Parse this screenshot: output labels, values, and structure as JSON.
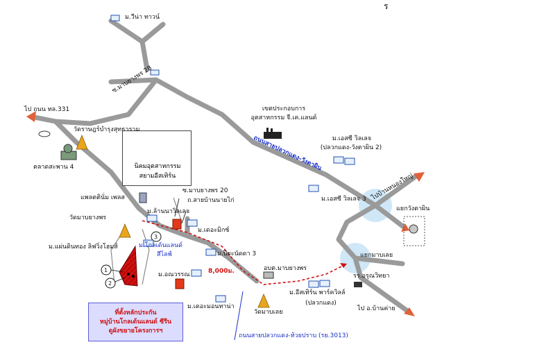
{
  "corner_glyph": "ร",
  "labels": {
    "moo_vina_town": "ม.วีน่า ทาวน์",
    "soi_maptaphut_28": "ซ.มาบยางพร 28",
    "to_road_331": "ไป ถนน ทล.331",
    "wat_rat_bamrung": "วัดราษฎร์บำรุงสุทธาราม",
    "talat_saphan4": "ตลาดสะพาน 4",
    "estate_line1": "นิคมอุตสาหกรรม",
    "estate_line2": "สยามอีสเทิร์น",
    "zone_line1": "เขตประกอบการ",
    "zone_line2": "อุตสาหกรรม จี.เค.แลนด์",
    "road_pluak_daeng": "ถนนสายปลวกแดง-วังตาผิน",
    "moo_sc_village": "ม.เอสซี วิลเลจ",
    "moo_sc_village_sub": "(ปลวกแดง-วังตาผิน 2)",
    "moo_sc_village3": "ม.เอสซี วิลเลจ 3",
    "to_ban_nong_yai": "ไปบ้านหนองใหญ่",
    "yaek_wang_ta_phin": "แยกวังตาผิน",
    "plaza": "แพลตตินั่ม เพลส",
    "wat_map_yang_phon": "วัดมาบยางพร",
    "soi_20": "ซ.มาบยางพร 20",
    "road_ban_nai": "ถ.สายบ้านนายไก่",
    "moo_lanna": "ม.ล้านนาวิลเลจ",
    "moo_the_mix": "ม.เดอะมิกซ์",
    "moo_golden_line1": "ม.โกลเด้นแลนด์",
    "moo_golden_line2": "สีไลฟ์",
    "moo_praninda": "ม.ปิยะนัดดา 3",
    "moo_saen_din": "ม.แผ่นดินทอง ลิฟวิ่งโฮมส์",
    "distance": "8,000ม.",
    "moo_anawin": "ม.อณวรรณ",
    "obt": "อบต.มาบยางพร",
    "yaek_map_loei": "แยกมาบเลย",
    "school": "รร.อรุณวิทยา",
    "moo_eastern": "ม.อีสเทิร์น พาร์ควิลล์",
    "moo_eastern_sub": "(ปลวกแดง)",
    "moo_the_mountain": "ม.เดอะมอนทาน่า",
    "wat_map_loei": "วัดมาบเลย",
    "to_ban_khai": "ไป อ.บ้านค่าย",
    "road_bottom": "ถนนสายปลวกแดง-ห้วยปราบ (รย.3013)",
    "marker1": "1",
    "marker2": "2",
    "marker3": "3"
  },
  "legend": {
    "line1": "ที่ตั้งหลักประกัน",
    "line2": "หมู่บ้านโกลเด้นแลนด์ ซีรีน",
    "line3": "ดูผังขยายโครงการฯ"
  },
  "colors": {
    "road": "#9a9a9a",
    "route": "#d01010",
    "highlight": "#cfe7f7",
    "plot_fill": "#d01010",
    "legend_bg": "#dcdcff",
    "arrow": "#e0603a",
    "temple": "#e8a620"
  }
}
